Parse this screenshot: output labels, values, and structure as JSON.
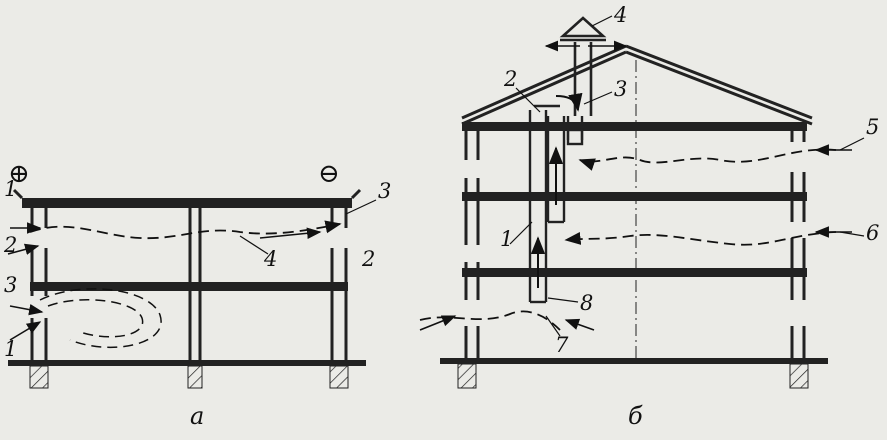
{
  "diagram": {
    "subfigure_a": {
      "caption": "а",
      "sign_left": "⊕",
      "sign_right": "⊖",
      "labels": [
        "1",
        "2",
        "3",
        "1",
        "3",
        "4",
        "2"
      ]
    },
    "subfigure_b": {
      "caption": "б",
      "labels": [
        "4",
        "2",
        "3",
        "5",
        "6",
        "1",
        "8",
        "7"
      ]
    }
  },
  "colors": {
    "structure": "#222222",
    "background": "#ebebe7"
  }
}
